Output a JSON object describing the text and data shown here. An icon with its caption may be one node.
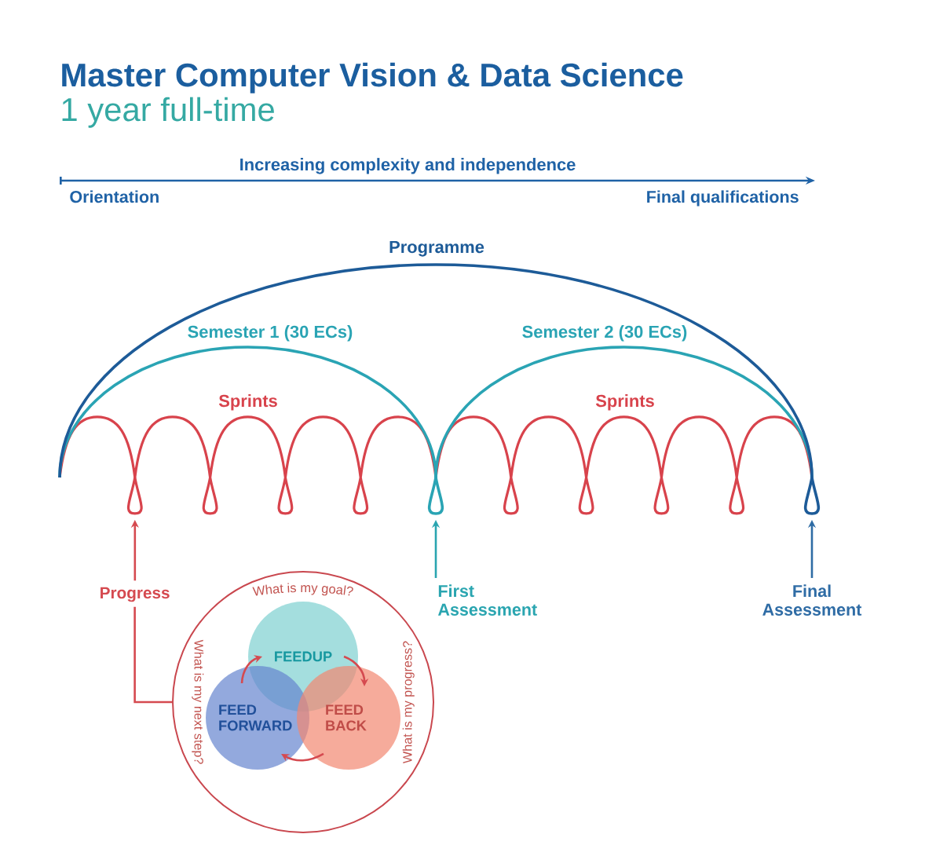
{
  "diagram": {
    "title": "Master Computer Vision & Data Science",
    "nodes": [
      {
        "text": [],
        "shape": "loop"
      },
      {
        "text": [],
        "shape": "loop"
      },
      {
        "text": [],
        "shape": "loop"
      },
      {
        "text": [
          "Progress"
        ]
      },
      {
        "text": [
          "First Assessment"
        ]
      },
      {
        "text": [
          "Final Assessment"
        ]
      },
      {
        "text": [
          "What is my goal?",
          "What is my progress?",
          "What is my next step?"
        ]
      },
      {
        "text": [
          "FEEDUP"
        ],
        "in": 6
      },
      {
        "text": [
          "FEED FORWARD"
        ],
        "in": 6
      },
      {
        "text": [
          "FEED BACK"
        ],
        "in": 6
      }
    ],
    "edges": [
      {
        "from": 3,
        "to": 0,
        "arrow": "to"
      },
      {
        "from": 6,
        "to": 3,
        "arrow": "none"
      },
      {
        "from": 4,
        "to": 1,
        "arrow": "to",
        "color": "#2aa5b0"
      },
      {
        "from": 5,
        "to": 2,
        "arrow": "to",
        "color": "#2f6ca5"
      },
      {
        "from": 8,
        "to": 7,
        "arrow": "to"
      },
      {
        "from": 7,
        "to": 9,
        "arrow": "to"
      },
      {
        "from": 9,
        "to": 8,
        "arrow": "to"
      }
    ],
    "labels": [
      "1 year full-time",
      "Increasing complexity and independence",
      "Orientation",
      "Final qualifications",
      "Programme",
      "Semester 1 (30 ECs)",
      "Semester 2 (30 ECs)",
      "Sprints",
      "Sprints"
    ]
  }
}
